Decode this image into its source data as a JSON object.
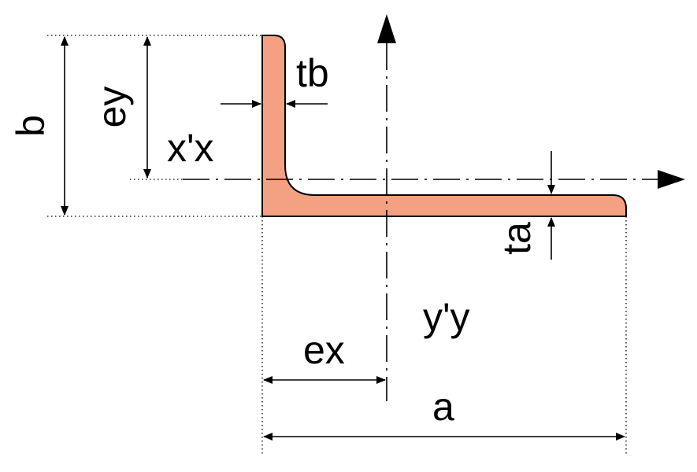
{
  "labels": {
    "b": "b",
    "ey": "ey",
    "tb": "tb",
    "xx": "x'x",
    "ta": "ta",
    "yy": "y'y",
    "ex": "ex",
    "a": "a"
  },
  "colors": {
    "profile_fill": "#f4a083",
    "line": "#000000",
    "background": "#ffffff"
  }
}
